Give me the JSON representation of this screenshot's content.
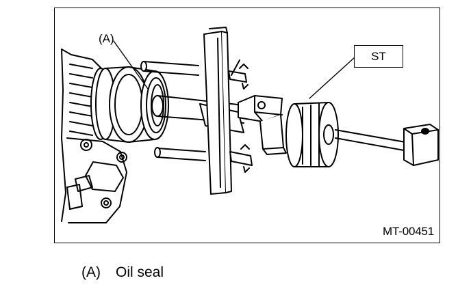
{
  "figure": {
    "callout_a": "(A)",
    "callout_st": "ST",
    "figure_id": "MT-00451"
  },
  "legend": {
    "items": [
      {
        "key": "(A)",
        "text": "Oil seal"
      }
    ]
  }
}
